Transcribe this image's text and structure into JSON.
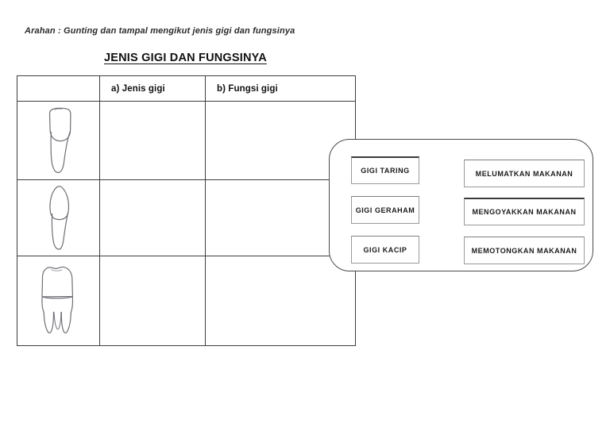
{
  "instruction": "Arahan : Gunting dan tampal mengikut jenis gigi dan fungsinya",
  "title": "JENIS GIGI DAN FUNGSINYA",
  "table": {
    "headers": {
      "picture": "",
      "type": "a)  Jenis gigi",
      "function": "b)  Fungsi gigi"
    },
    "rows": [
      {
        "tooth_icon": "incisor-tooth-icon",
        "type_answer": "",
        "function_answer": ""
      },
      {
        "tooth_icon": "canine-tooth-icon",
        "type_answer": "",
        "function_answer": ""
      },
      {
        "tooth_icon": "molar-tooth-icon",
        "type_answer": "",
        "function_answer": ""
      }
    ]
  },
  "cutout_bank": {
    "tooth_types": [
      {
        "label": "GIGI TARING"
      },
      {
        "label": "GIGI GERAHAM"
      },
      {
        "label": "GIGI KACIP"
      }
    ],
    "functions": [
      {
        "label": "MELUMATKAN MAKANAN"
      },
      {
        "label": "MENGOYAKKAN MAKANAN"
      },
      {
        "label": "MEMOTONGKAN  MAKANAN"
      }
    ]
  },
  "colors": {
    "page_background": "#ffffff",
    "text": "#1a1a1a",
    "table_border": "#3d3d3d",
    "bank_border": "#4a4a4a",
    "card_border": "#9a9a9a",
    "card_top_border": "#3a3a3a",
    "tooth_outline": "#6f6f76"
  }
}
